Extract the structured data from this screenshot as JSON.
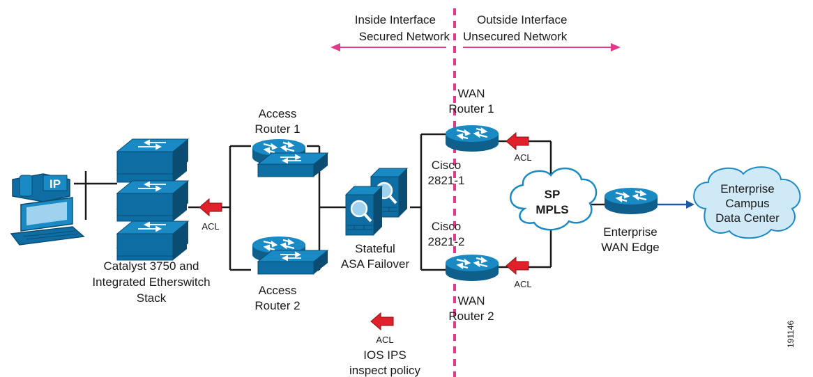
{
  "zones": {
    "inside": {
      "line1": "Inside Interface",
      "line2": "Secured Network"
    },
    "outside": {
      "line1": "Outside Interface",
      "line2": "Unsecured Network"
    }
  },
  "devices": {
    "catalyst": {
      "line1": "Catalyst 3750 and",
      "line2": "Integrated Etherswitch",
      "line3": "Stack"
    },
    "access_router_1": {
      "line1": "Access",
      "line2": "Router 1"
    },
    "access_router_2": {
      "line1": "Access",
      "line2": "Router 2"
    },
    "asa": {
      "line1": "Stateful",
      "line2": "ASA Failover"
    },
    "wan_router_1": {
      "line1": "WAN",
      "line2": "Router 1"
    },
    "wan_router_2": {
      "line1": "WAN",
      "line2": "Router 2"
    },
    "cisco_1": {
      "line1": "Cisco",
      "line2": "2821-1"
    },
    "cisco_2": {
      "line1": "Cisco",
      "line2": "2821-2"
    },
    "sp_mpls": {
      "line1": "SP",
      "line2": "MPLS"
    },
    "wan_edge": {
      "line1": "Enterprise",
      "line2": "WAN Edge"
    },
    "campus": {
      "line1": "Enterprise",
      "line2": "Campus",
      "line3": "Data Center"
    },
    "ip_phone_badge": "IP"
  },
  "acl_label": "ACL",
  "ips": {
    "line1": "IOS IPS",
    "line2": "inspect policy"
  },
  "figure_id": "191146",
  "colors": {
    "device_blue": "#1a8ac4",
    "device_dark": "#0e5f8c",
    "cloud_fill": "#cfe9f7",
    "acl_arrow": "#e0202a",
    "boundary": "#e23a8a",
    "campus_link": "#1f57a6"
  },
  "icons": [
    "ip-phone-icon",
    "workstation-icon",
    "switch-icon",
    "router-icon",
    "firewall-icon",
    "cloud-icon",
    "acl-arrow-icon"
  ]
}
